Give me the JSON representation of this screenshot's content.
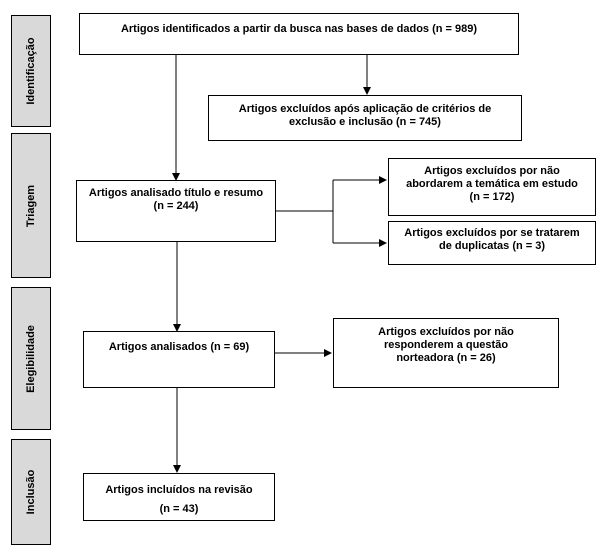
{
  "phases": {
    "identificacao": "Identificação",
    "triagem": "Triagem",
    "elegibilidade": "Elegibilidade",
    "inclusao": "Inclusão"
  },
  "boxes": {
    "identificados": "Artigos identificados a partir da busca nas bases de dados (n = 989)",
    "excluidos_criterios": "Artigos excluídos após aplicação de critérios de\nexclusão e inclusão (n = 745)",
    "analisado_titulo": "Artigos analisado título e resumo\n(n = 244)",
    "excluidos_tematica": "Artigos excluídos por não\nabordarem a temática em estudo\n(n = 172)",
    "excluidos_duplicatas": "Artigos excluídos por se tratarem\nde duplicatas (n = 3)",
    "analisados": "Artigos analisados (n = 69)",
    "excluidos_questao": "Artigos excluídos por não\nresponderem a questão\nnorteadora (n = 26)",
    "incluidos_label": "Artigos incluídos na revisão",
    "incluidos_n": "(n = 43)"
  },
  "colors": {
    "phase_fill": "#d9d9d9",
    "line": "#000000"
  }
}
